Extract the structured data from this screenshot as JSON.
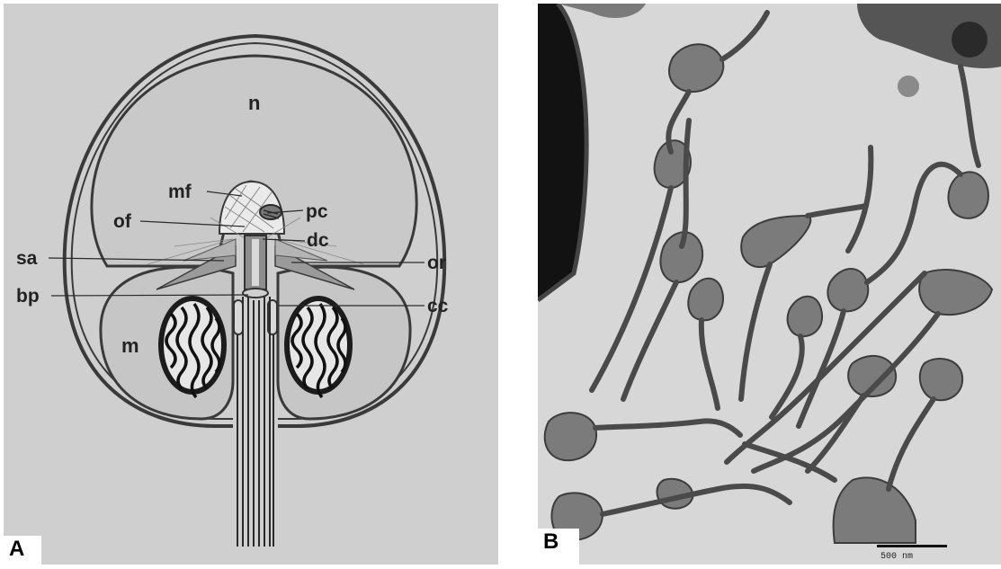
{
  "panels": {
    "a": {
      "letter": "A",
      "labels": {
        "n": "n",
        "mf": "mf",
        "pc": "pc",
        "of": "of",
        "dc": "dc",
        "sa": "sa",
        "or": "or",
        "bp": "bp",
        "cc": "cc",
        "m": "m"
      }
    },
    "b": {
      "letter": "B",
      "scale_bar": "500 nm"
    }
  }
}
